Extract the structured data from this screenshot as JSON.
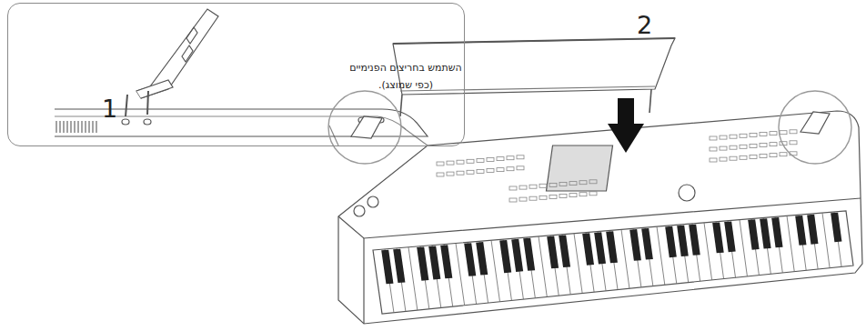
{
  "diagram": {
    "nodes": [
      {
        "text": [
          "השתמש בחריצים הפנימיים (כפי שמוצג)."
        ]
      }
    ],
    "labels": [
      "1",
      "2"
    ]
  }
}
